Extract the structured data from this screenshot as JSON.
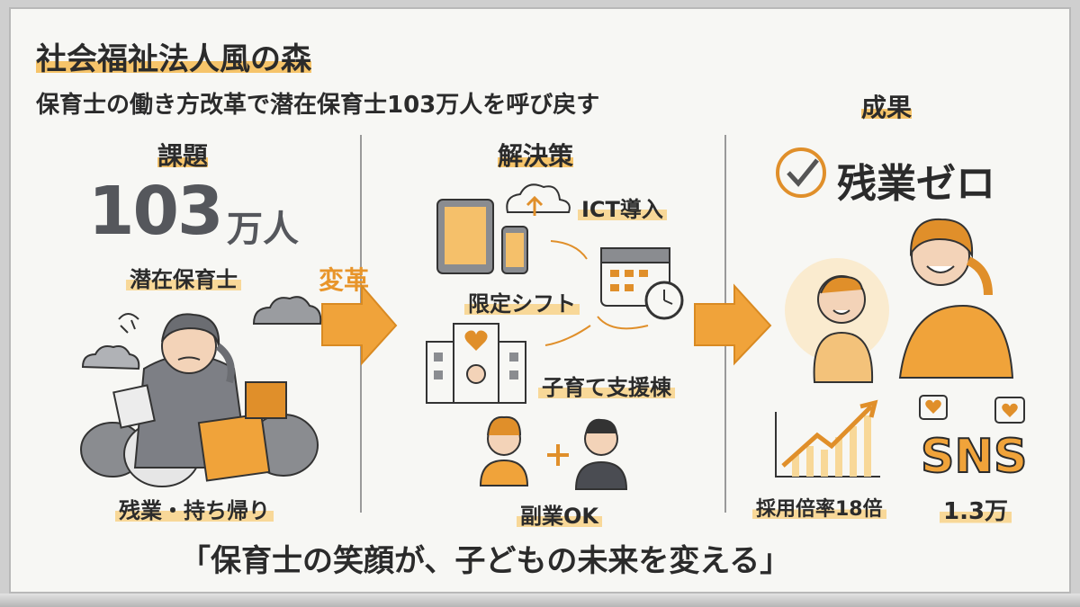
{
  "title": "社会福祉法人風の森",
  "subtitle": "保育士の働き方改革で潜在保育士103万人を呼び戻す",
  "challenge": {
    "heading": "課題",
    "big_number": "103",
    "big_unit": "万人",
    "label": "潜在保育士",
    "caption": "残業・持ち帰り"
  },
  "transform_label": "変革",
  "solutions": {
    "heading": "解決策",
    "items": [
      "ICT導入",
      "限定シフト",
      "子育て支援棟",
      "副業OK"
    ]
  },
  "results": {
    "heading": "成果",
    "headline": "残業ゼロ",
    "metric1_label": "採用倍率18倍",
    "sns_text": "SNS",
    "sns_value": "1.3万"
  },
  "slogan": "「保育士の笑顔が、子どもの未来を変える」",
  "colors": {
    "accent": "#f0a33a",
    "highlight": "#f6c46a",
    "ink": "#2b2b2b"
  }
}
